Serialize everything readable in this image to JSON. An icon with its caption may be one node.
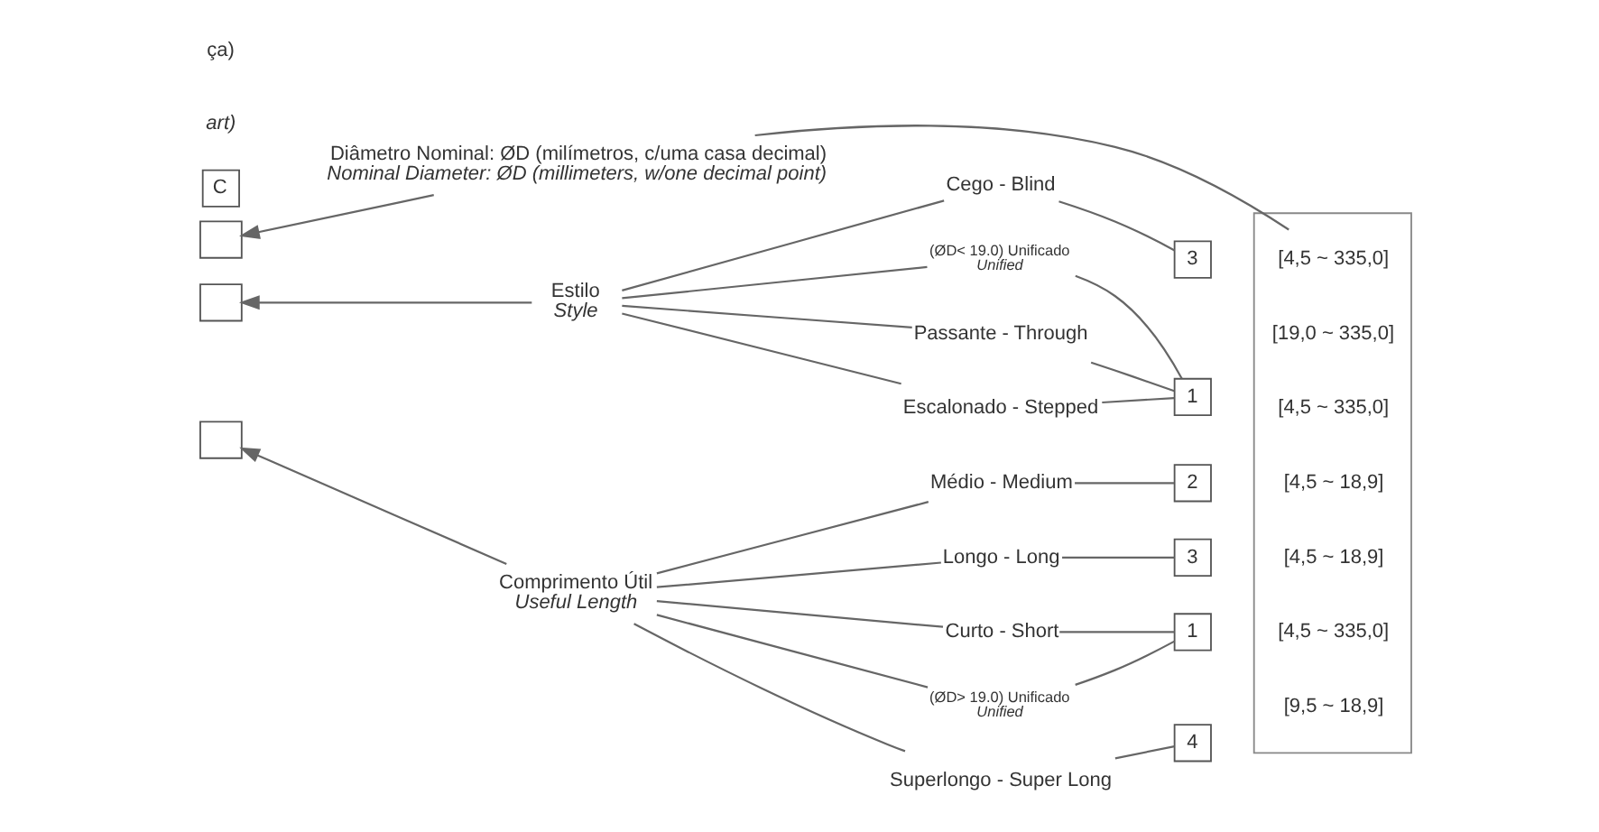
{
  "diagram": {
    "nodes": [
      {
        "text": [
          "Diâmetro Nominal: ØD (milímetros, c/uma casa decimal)",
          "Nominal Diameter: ØD (millimeters, w/one decimal point)"
        ]
      },
      {
        "text": [],
        "shape": "box"
      },
      {
        "text": [
          "[4,5 ~ 335,0]"
        ],
        "in": 1
      },
      {
        "text": [
          "(ØD< 19.0) Unificado",
          "Unified"
        ]
      },
      {
        "text": [
          "Passante - Through"
        ]
      },
      {
        "text": [
          "Estilo",
          "Style"
        ]
      },
      {
        "text": [
          "Escalonado - Stepped"
        ]
      },
      {
        "text": [
          "1"
        ]
      },
      {
        "text": [
          "[4,5 ~ 335,0]"
        ],
        "in": 1
      },
      {
        "text": [
          "Cego - Blind"
        ]
      },
      {
        "text": [
          "3"
        ]
      },
      {
        "text": [
          "[19,0 ~ 335,0]"
        ],
        "in": 1
      },
      {
        "text": [
          "(ØD> 19.0) Unificado",
          "Unified"
        ]
      },
      {
        "text": [
          "Curto - Short"
        ]
      },
      {
        "text": [
          "1"
        ]
      },
      {
        "text": [
          "[4,5 ~ 335,0]"
        ],
        "in": 1
      },
      {
        "text": [
          "Comprimento Útil",
          "Useful Length"
        ]
      },
      {
        "text": [
          "Médio - Medium"
        ]
      },
      {
        "text": [
          "2"
        ]
      },
      {
        "text": [
          "[4,5 ~ 18,9]"
        ],
        "in": 1
      },
      {
        "text": [
          "Longo - Long"
        ]
      },
      {
        "text": [
          "3"
        ]
      },
      {
        "text": [
          "[4,5 ~ 18,9]"
        ],
        "in": 1
      },
      {
        "text": [
          "Superlongo - Super Long"
        ]
      },
      {
        "text": [
          "4"
        ]
      },
      {
        "text": [
          "[9,5 ~ 18,9]"
        ],
        "in": 1
      },
      {
        "text": [
          "C"
        ]
      },
      {
        "text": [],
        "shape": "box"
      },
      {
        "text": [],
        "shape": "box"
      },
      {
        "text": [],
        "shape": "box"
      }
    ],
    "edges": [
      {
        "from": 0,
        "to": 27,
        "arrow": "to"
      },
      {
        "from": 0,
        "to": 2,
        "arrow": "none"
      },
      {
        "from": 5,
        "to": 28,
        "arrow": "to"
      },
      {
        "from": 16,
        "to": 29,
        "arrow": "to"
      },
      {
        "from": 5,
        "to": 3,
        "arrow": "none"
      },
      {
        "from": 5,
        "to": 4,
        "arrow": "none"
      },
      {
        "from": 5,
        "to": 6,
        "arrow": "none"
      },
      {
        "from": 5,
        "to": 9,
        "arrow": "none"
      },
      {
        "from": 3,
        "to": 7,
        "arrow": "none"
      },
      {
        "from": 4,
        "to": 7,
        "arrow": "none"
      },
      {
        "from": 6,
        "to": 7,
        "arrow": "none"
      },
      {
        "from": 9,
        "to": 10,
        "arrow": "none"
      },
      {
        "from": 16,
        "to": 12,
        "arrow": "none"
      },
      {
        "from": 16,
        "to": 13,
        "arrow": "none"
      },
      {
        "from": 16,
        "to": 17,
        "arrow": "none"
      },
      {
        "from": 16,
        "to": 20,
        "arrow": "none"
      },
      {
        "from": 16,
        "to": 23,
        "arrow": "none"
      },
      {
        "from": 12,
        "to": 14,
        "arrow": "none"
      },
      {
        "from": 13,
        "to": 14,
        "arrow": "none"
      },
      {
        "from": 17,
        "to": 18,
        "arrow": "none"
      },
      {
        "from": 20,
        "to": 21,
        "arrow": "none"
      },
      {
        "from": 23,
        "to": 24,
        "arrow": "none"
      }
    ],
    "labels": [
      "ça)",
      "art)"
    ]
  }
}
